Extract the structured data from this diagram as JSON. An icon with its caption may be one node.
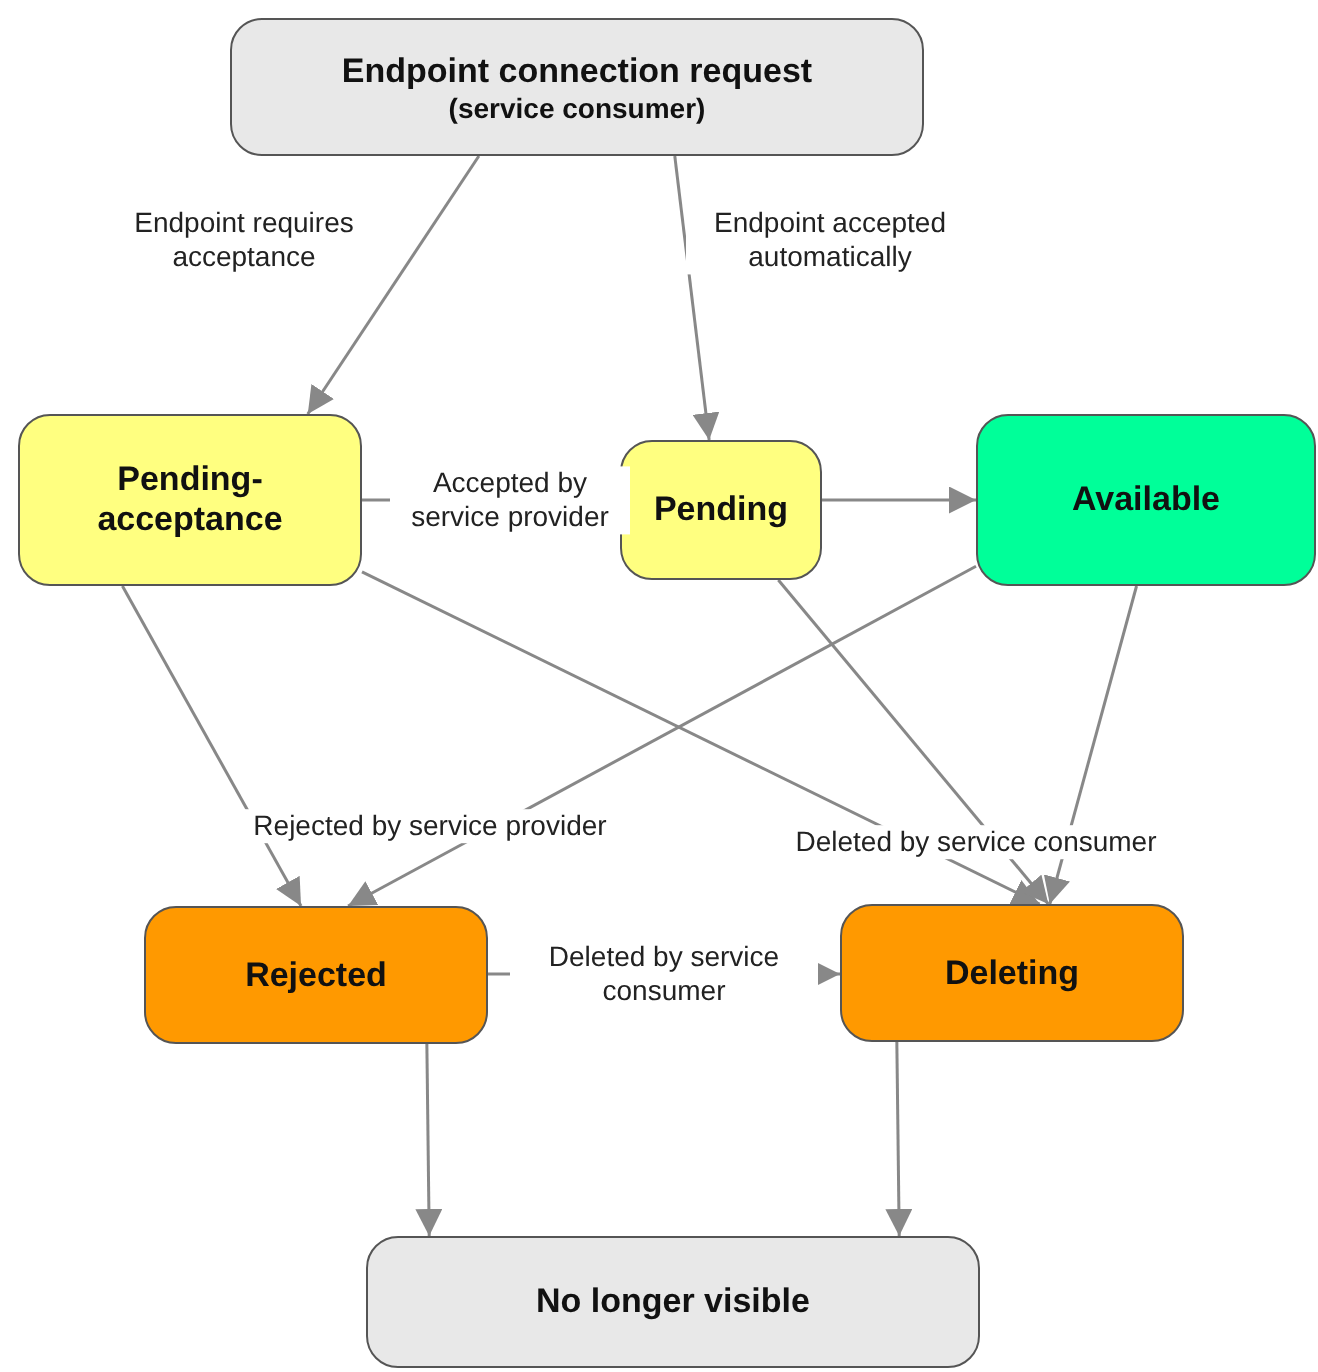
{
  "diagram": {
    "nodes": [
      {
        "text": [
          "Endpoint connection request",
          "(service consumer)"
        ]
      },
      {
        "text": [
          "Pending-acceptance"
        ]
      },
      {
        "text": [
          "Pending"
        ]
      },
      {
        "text": [
          "Available"
        ]
      },
      {
        "text": [
          "Rejected"
        ]
      },
      {
        "text": [
          "Deleting"
        ]
      },
      {
        "text": [
          "No longer visible"
        ]
      }
    ],
    "edges": [
      {
        "from": 0,
        "to": 1,
        "arrow": "to",
        "label": "Endpoint requires acceptance"
      },
      {
        "from": 0,
        "to": 2,
        "arrow": "to",
        "label": "Endpoint accepted automatically"
      },
      {
        "from": 1,
        "to": 2,
        "arrow": "to",
        "label": "Accepted by service provider"
      },
      {
        "from": 2,
        "to": 3,
        "arrow": "to"
      },
      {
        "from": 1,
        "to": 4,
        "arrow": "to",
        "label": "Rejected by service provider"
      },
      {
        "from": 3,
        "to": 4,
        "arrow": "to"
      },
      {
        "from": 1,
        "to": 5,
        "arrow": "to"
      },
      {
        "from": 2,
        "to": 5,
        "arrow": "to",
        "label": "Deleted by service consumer"
      },
      {
        "from": 3,
        "to": 5,
        "arrow": "to"
      },
      {
        "from": 4,
        "to": 5,
        "arrow": "to",
        "label": "Deleted by service consumer"
      },
      {
        "from": 4,
        "to": 6,
        "arrow": "to"
      },
      {
        "from": 5,
        "to": 6,
        "arrow": "to"
      }
    ]
  }
}
